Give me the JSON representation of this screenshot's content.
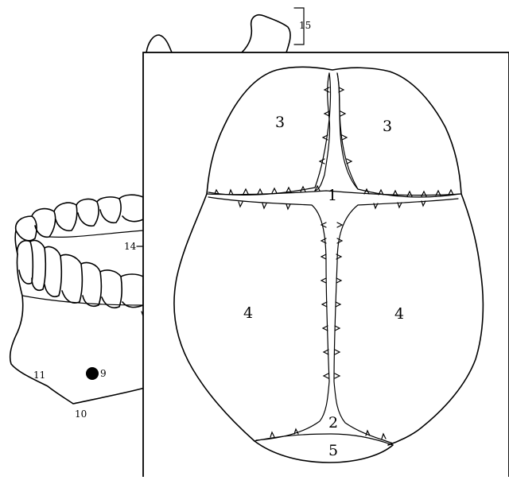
{
  "diagram": {
    "skull_labels": {
      "l1": "1",
      "l2": "2",
      "l3a": "3",
      "l3b": "3",
      "l4a": "4",
      "l4b": "4",
      "l5": "5",
      "l15": "15"
    },
    "jaw_labels": {
      "l9": "9",
      "l10": "10",
      "l11": "11",
      "l14": "14"
    }
  }
}
